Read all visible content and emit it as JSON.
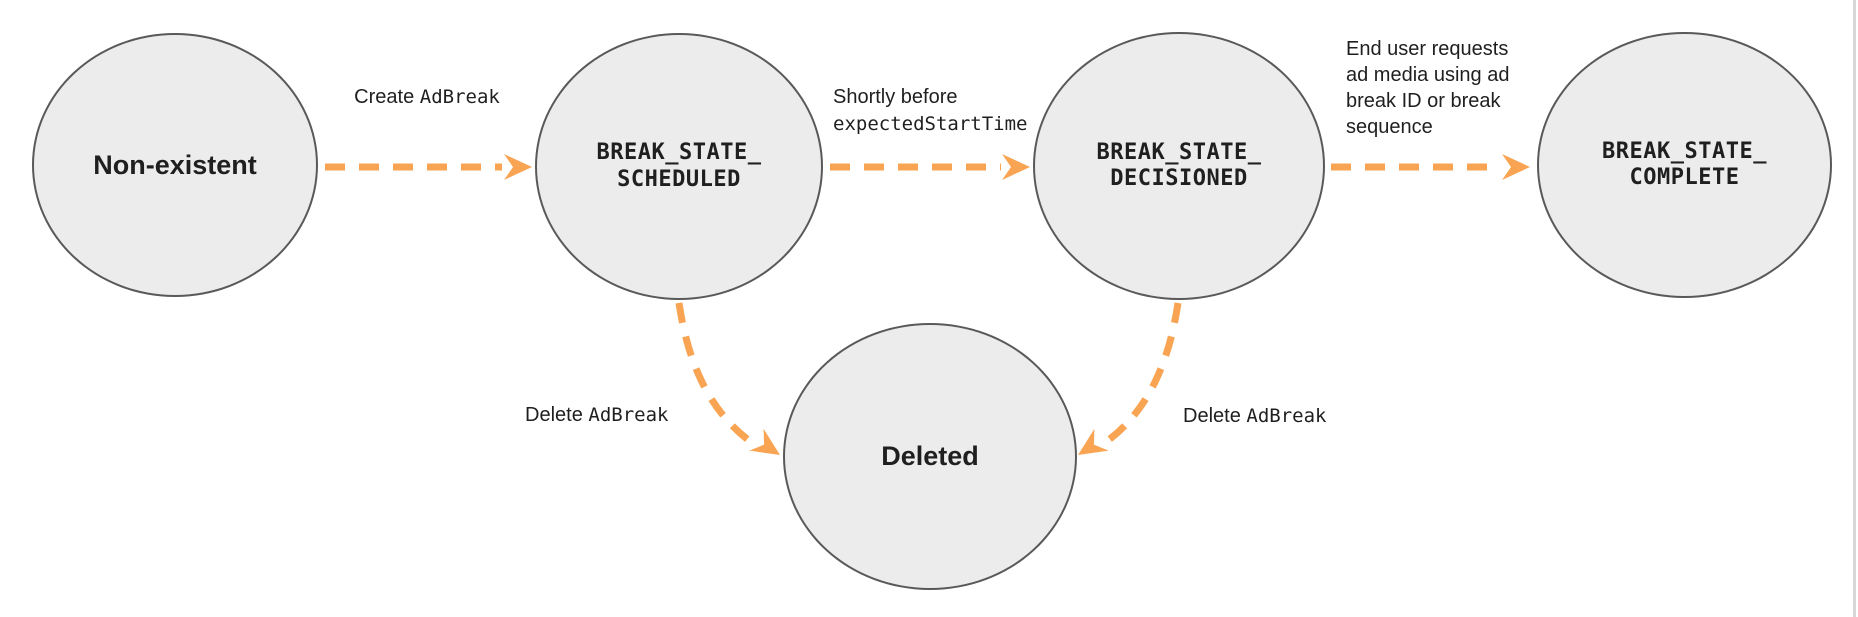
{
  "nodes": {
    "non_existent": {
      "label": "Non-existent"
    },
    "scheduled": {
      "label": "BREAK_STATE_\nSCHEDULED"
    },
    "decisioned": {
      "label": "BREAK_STATE_\nDECISIONED"
    },
    "complete": {
      "label": "BREAK_STATE_\nCOMPLETE"
    },
    "deleted": {
      "label": "Deleted"
    }
  },
  "edges": {
    "create": {
      "action": "Create ",
      "code": "AdBreak"
    },
    "shortly_before": {
      "line1": "Shortly before",
      "line2": "expectedStartTime"
    },
    "end_user": {
      "lines": [
        "End user requests",
        "ad media using ad",
        "break ID or break",
        "sequence"
      ]
    },
    "delete_left": {
      "action": "Delete ",
      "code": "AdBreak"
    },
    "delete_right": {
      "action": "Delete ",
      "code": "AdBreak"
    }
  },
  "colors": {
    "arrow": "#F8A452",
    "node_fill": "#ECECEC",
    "node_border": "#595959",
    "text": "#1F1F1F"
  }
}
